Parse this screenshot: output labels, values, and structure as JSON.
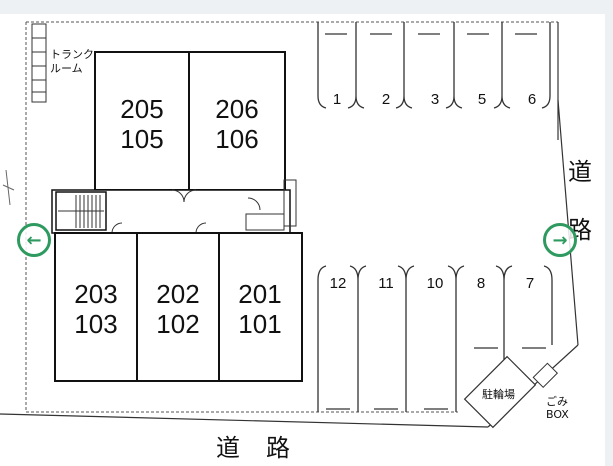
{
  "storage": {
    "label_line1": "トランク",
    "label_line2": "ルーム"
  },
  "units": {
    "u205": "205",
    "u105": "105",
    "u206": "206",
    "u106": "106",
    "u203": "203",
    "u103": "103",
    "u202": "202",
    "u102": "102",
    "u201": "201",
    "u101": "101"
  },
  "parking": {
    "top": [
      "1",
      "2",
      "3",
      "5",
      "6"
    ],
    "bottom": [
      "12",
      "11",
      "10",
      "8",
      "7"
    ]
  },
  "road": {
    "right_1": "道",
    "right_2": "路",
    "bottom_1": "道",
    "bottom_2": "路"
  },
  "bicycle_parking": "駐輪場",
  "garbage": {
    "line1": "ごみ",
    "line2": "BOX"
  },
  "nav": {
    "prev_icon": "arrow-left-icon",
    "next_icon": "arrow-right-icon",
    "accent": "#2e9a5f"
  }
}
